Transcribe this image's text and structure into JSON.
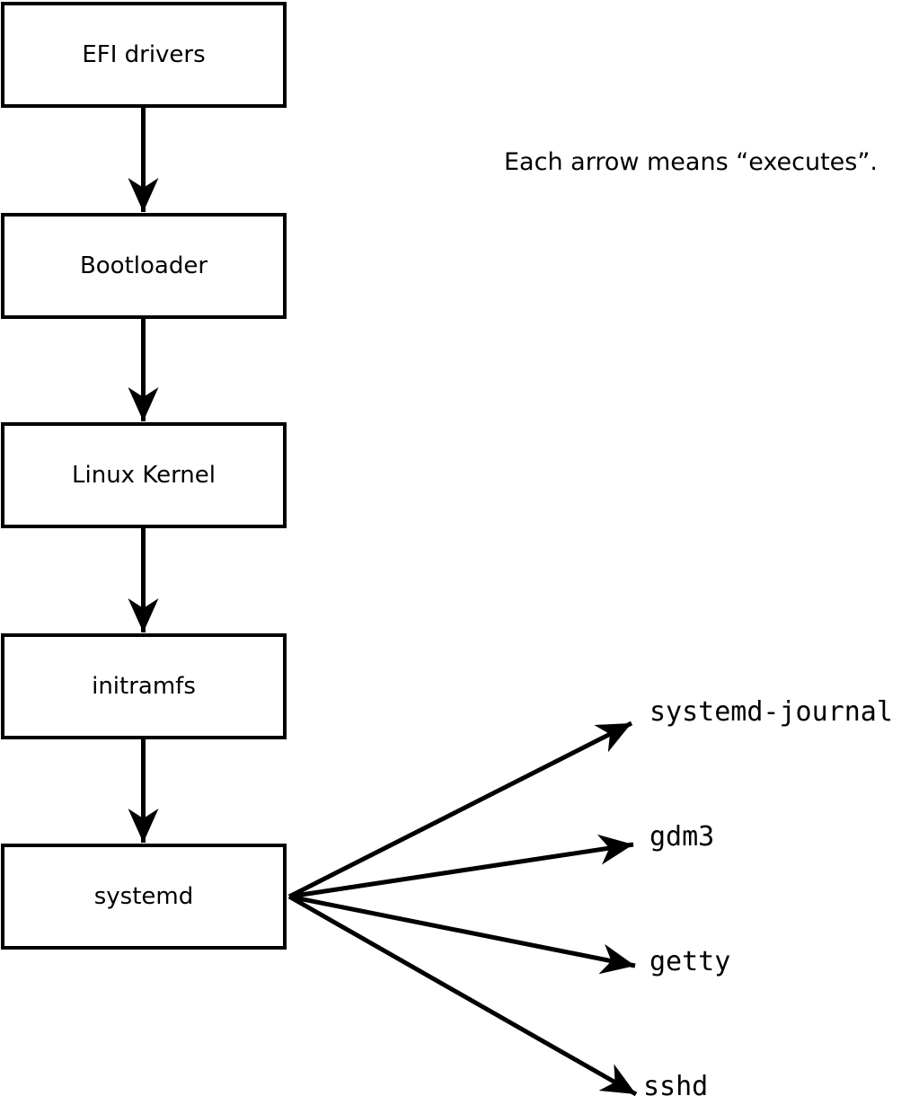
{
  "diagram": {
    "caption": "Each arrow means “executes”.",
    "chain": [
      {
        "label": "EFI drivers"
      },
      {
        "label": "Bootloader"
      },
      {
        "label": "Linux Kernel"
      },
      {
        "label": "initramfs"
      },
      {
        "label": "systemd"
      }
    ],
    "fanout": [
      {
        "label": "systemd-journal"
      },
      {
        "label": "gdm3"
      },
      {
        "label": "getty"
      },
      {
        "label": "sshd"
      }
    ],
    "colors": {
      "line": "#000000",
      "box_border": "#000000",
      "box_fill": "#ffffff",
      "text": "#000000",
      "background": "#ffffff"
    }
  }
}
